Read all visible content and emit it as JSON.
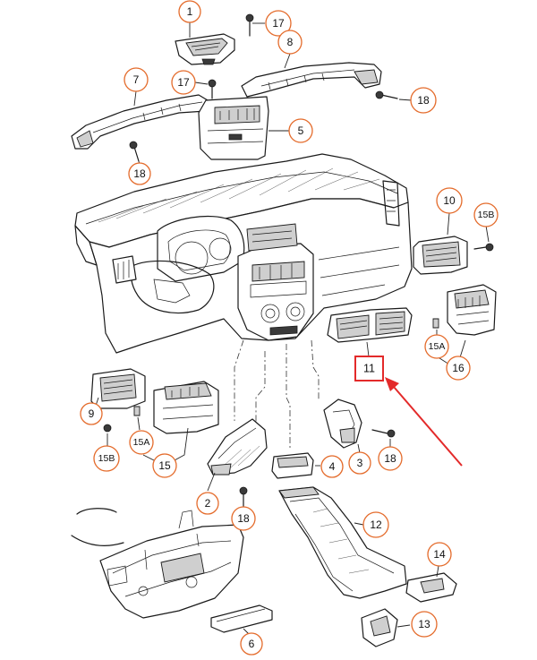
{
  "callouts": {
    "c1": "1",
    "c17a": "17",
    "c8": "8",
    "c7": "7",
    "c17b": "17",
    "c18a": "18",
    "c5": "5",
    "c18b": "18",
    "c10": "10",
    "c15b_r": "15B",
    "c15a_r": "15A",
    "c16": "16",
    "c11": "11",
    "c9": "9",
    "c15a_l": "15A",
    "c15b_l": "15B",
    "c15": "15",
    "c2": "2",
    "c4": "4",
    "c3": "3",
    "c18c": "18",
    "c18d": "18",
    "c12": "12",
    "c14": "14",
    "c13": "13",
    "c6": "6"
  },
  "colors": {
    "callout_ring": "#e46b2b",
    "highlight": "#e32a2a",
    "line": "#1a1a1a"
  }
}
